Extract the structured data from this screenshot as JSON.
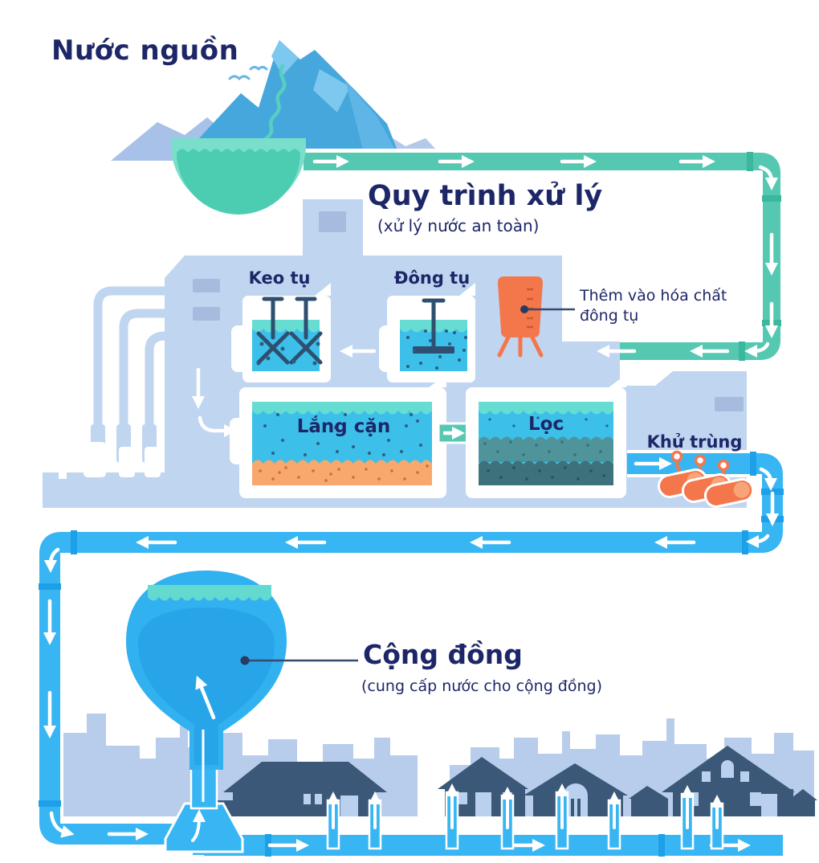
{
  "source": {
    "title": "Nước nguồn"
  },
  "process": {
    "title": "Quy trình xử lý",
    "subtitle": "(xử lý nước an toàn)"
  },
  "stages": {
    "coagulation": {
      "label": "Keo tụ"
    },
    "flocculation": {
      "label": "Đông tụ"
    },
    "sedimentation": {
      "label": "Lắng cặn"
    },
    "filtration": {
      "label": "Lọc"
    },
    "disinfection": {
      "label": "Khử trùng"
    }
  },
  "annotations": {
    "chemical": {
      "line1": "Thêm vào hóa chất",
      "line2": "đông tụ"
    }
  },
  "community": {
    "title": "Cộng đồng",
    "subtitle": "(cung cấp nước cho cộng đồng)"
  },
  "colors": {
    "navy_text": "#1d2768",
    "teal_pipe": "#55c8b2",
    "blue_pipe": "#38b6f3",
    "plant_silhouette": "#bfd5f0",
    "skyline": "#b7cdeb",
    "house": "#3b5878",
    "chemical_orange": "#f4774b",
    "sediment_orange": "#f8a76d",
    "tank_water": "#3cc0ea",
    "wave_teal": "#66dcd2",
    "basin_teal": "#4ccdb2"
  }
}
